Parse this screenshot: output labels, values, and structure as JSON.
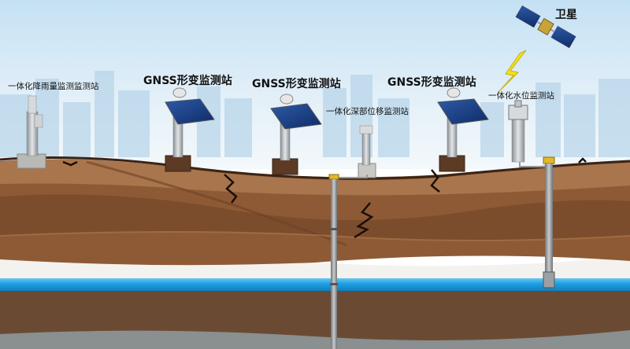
{
  "labels": {
    "satellite": "卫星",
    "rain_station": "一体化降雨量监测监测站",
    "gnss_1": "GNSS形变监测站",
    "gnss_2": "GNSS形变监测站",
    "gnss_3": "GNSS形变监测站",
    "deep_displacement_station": "一体化深部位移监测站",
    "water_level_station": "一体化水位监测站"
  },
  "colors": {
    "sky_top": "#cfe6f5",
    "sky_bottom": "#eef5fa",
    "soil_light": "#a9754c",
    "soil_mid": "#8e5a35",
    "soil_dark": "#6e4127",
    "white_band": "#f4f2ee",
    "water": "#26a8e6",
    "bedrock": "#6b4a34",
    "lightning": "#f2e21b"
  }
}
